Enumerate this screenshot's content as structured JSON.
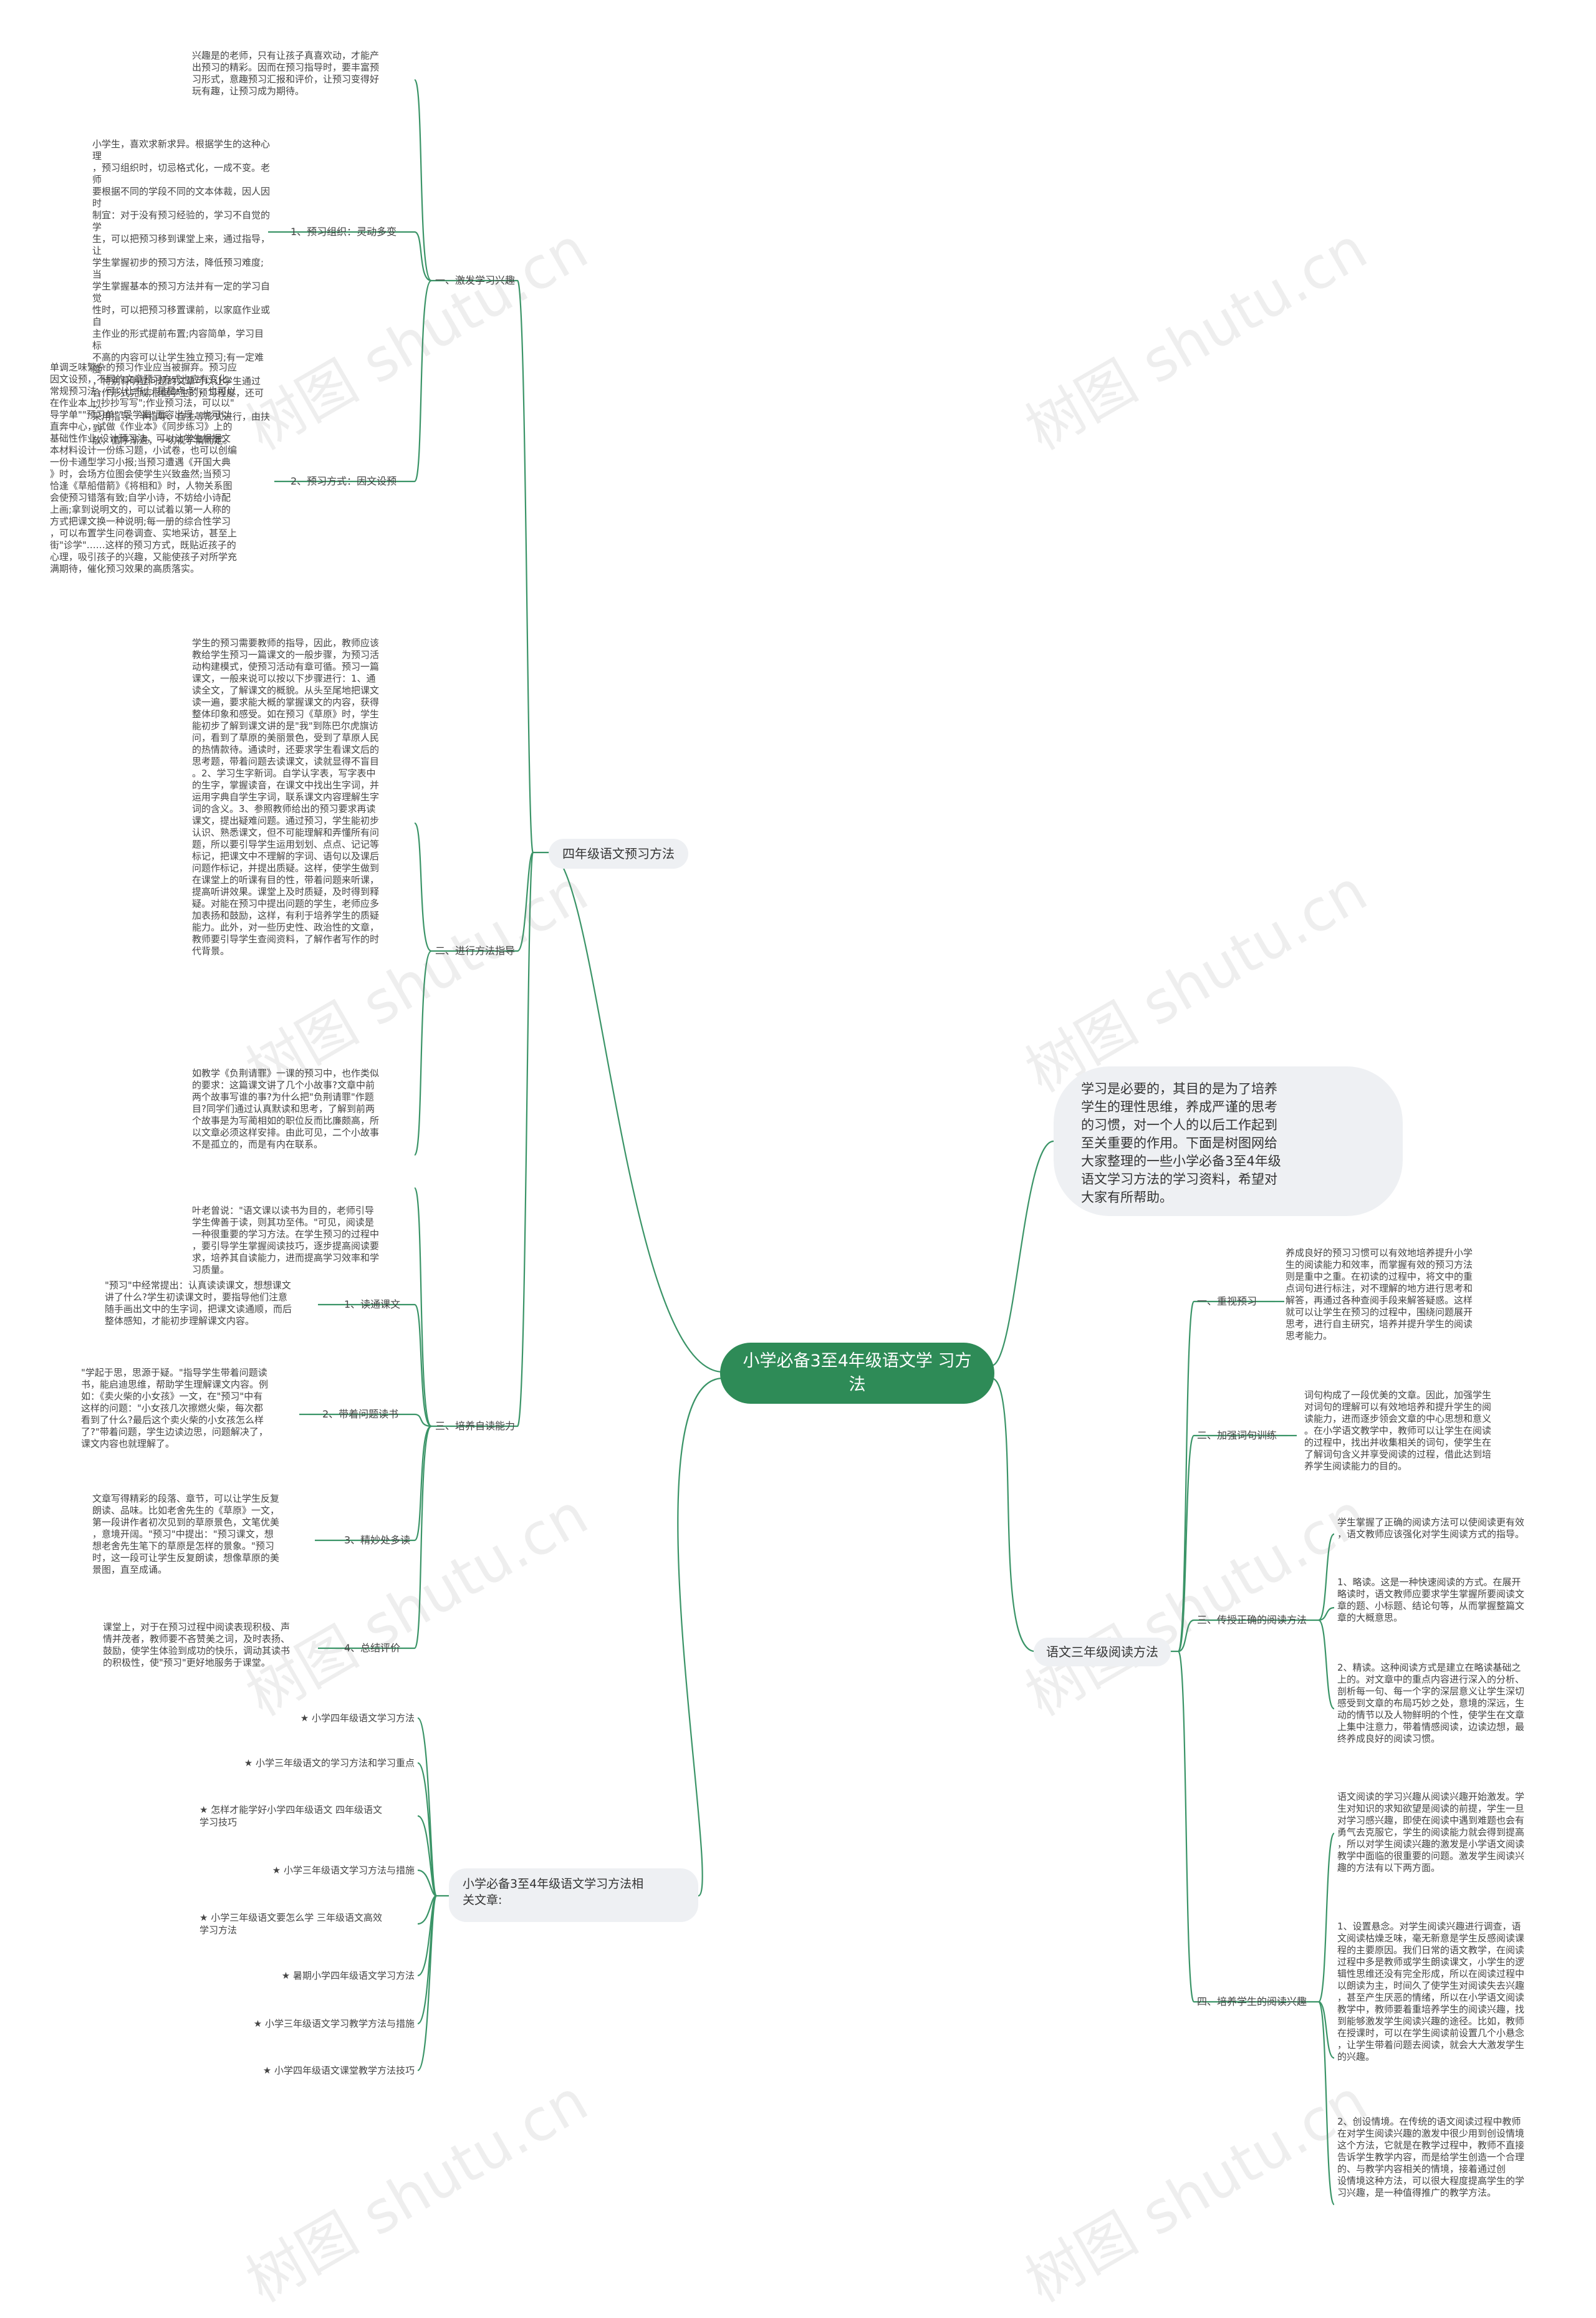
{
  "root": "小学必备3至4年级语文学\n习方法",
  "intro": "学习是必要的，其目的是为了培养\n学生的理性思维，养成严谨的思考\n的习惯，对一个人的以后工作起到\n至关重要的作用。下面是树图网给\n大家整理的一些小学必备3至4年级\n语文学习方法的学习资料，希望对\n大家有所帮助。",
  "left": {
    "main": "四年级语文预习方法",
    "s1": {
      "label": "一、激发学习兴趣",
      "t1": "兴趣是的老师，只有让孩子真喜欢动，才能产\n出预习的精彩。因而在预习指导时，要丰富预\n习形式，意趣预习汇报和评价，让预习变得好\n玩有趣，让预习成为期待。",
      "item1": "1、预习组织：灵动多变",
      "t2": "小学生，喜欢求新求异。根据学生的这种心理\n，预习组织时，切忌格式化，一成不变。老师\n要根据不同的学段不同的文本体裁，因人因时\n制宜：对于没有预习经验的，学习不自觉的学\n生，可以把预习移到课堂上来，通过指导，让\n学生掌握初步的预习方法，降低预习难度;当\n学生掌握基本的预习方法并有一定的学习自觉\n性时，可以把预习移置课前，以家庭作业或自\n主作业的形式提前布置;内容简单，学习目标\n不高的内容可以让学生独立预习;有一定难度\n，特别有明显问题的文章可以让学生通过\n合作形式完成;根据学生的预习程度，还可以\n采用指导、半指导、自主等形式进行，由扶到\n放，循序渐进，一切视学情而定。",
      "item2": "2、预习方式：因文设预",
      "t3": "单调乏味繁杂的预习作业应当被摒弃。预习应\n因文设预，不同的文章预习方式也应有变化。\n常规预习法，可以让书上\"星星点点\"，也可以\n在作业本上\"抄抄写写\";作业预习法，可以以\"\n导学单\"\"预习单\"\"导学案\"面容出现，也可以\n直奔中心，试做《作业本》《同步练习》上的\n基础性作业;设计预习法，可以让学生根据文\n本材料设计一份练习题，小试卷，也可以创编\n一份卡通型学习小报;当预习遭遇《开国大典\n》时，会场方位图会使学生兴致盎然;当预习\n恰逢《草船借箭》《将相和》时，人物关系图\n会使预习错落有致;自学小诗，不妨给小诗配\n上画;拿到说明文的，可以试着以第一人称的\n方式把课文换一种说明;每一册的综合性学习\n，可以布置学生问卷调查、实地采访，甚至上\n街\"诊学\"……这样的预习方式，既贴近孩子的\n心理，吸引孩子的兴趣，又能使孩子对所学充\n满期待，催化预习效果的高质落实。"
    },
    "s2": {
      "label": "二、进行方法指导",
      "t1": "学生的预习需要教师的指导，因此，教师应该\n教给学生预习一篇课文的一般步骤，为预习活\n动构建模式，使预习活动有章可循。预习一篇\n课文，一般来说可以按以下步骤进行：1、通\n读全文，了解课文的概貌。从头至尾地把课文\n读一遍，要求能大概的掌握课文的内容，获得\n整体印象和感受。如在预习《草原》时，学生\n能初步了解到课文讲的是\"我\"到陈巴尔虎旗访\n问，看到了草原的美丽景色，受到了草原人民\n的热情款待。通读时，还要求学生看课文后的\n思考题，带着问题去读课文，读就显得不盲目\n。2、学习生字新词。自学认字表，写字表中\n的生字，掌握读音，在课文中找出生字词，并\n运用字典自学生字词，联系课文内容理解生字\n词的含义。3、参照教师给出的预习要求再读\n课文，提出疑难问题。通过预习，学生能初步\n认识、熟悉课文，但不可能理解和弄懂所有问\n题，所以要引导学生运用划划、点点、记记等\n标记，把课文中不理解的字词、语句以及课后\n问题作标记，并提出质疑。这样，使学生做到\n在课堂上的听课有目的性，带着问题来听课，\n提高听讲效果。课堂上及时质疑，及时得到释\n疑。对能在预习中提出问题的学生，老师应多\n加表扬和鼓励，这样，有利于培养学生的质疑\n能力。此外，对一些历史性、政治性的文章，\n教师要引导学生查阅资料，了解作者写作的时\n代背景。",
      "t2": "如教学《负荆请罪》一课的预习中，也作类似\n的要求：这篇课文讲了几个小故事?文章中前\n两个故事写谁的事?为什么把\"负荆请罪\"作题\n目?同学们通过认真默读和思考，了解到前两\n个故事是为写蔺相如的职位反而比廉颇高，所\n以文章必须这样安排。由此可见，二个小故事\n不是孤立的，而是有内在联系。"
    },
    "s3": {
      "label": "三、培养自读能力",
      "t0": "叶老曾说：\"语文课以读书为目的，老师引导\n学生俾善于读，则其功至伟。\"可见，阅读是\n一种很重要的学习方法。在学生预习的过程中\n，要引导学生掌握阅读技巧，逐步提高阅读要\n求，培养其自读能力，进而提高学习效率和学\n习质量。",
      "item1": "1、读通课文",
      "t1": "\"预习\"中经常提出：认真读读课文，想想课文\n讲了什么?学生初读课文时，要指导他们注意\n随手画出文中的生字词，把课文读通顺，而后\n整体感知，才能初步理解课文内容。",
      "item2": "2、带着问题读书",
      "t2": "\"学起于思，思源于疑。\"指导学生带着问题读\n书，能启迪思维，帮助学生理解课文内容。例\n如：《卖火柴的小女孩》一文，在\"预习\"中有\n这样的问题：\"小女孩几次擦燃火柴，每次都\n看到了什么?最后这个卖火柴的小女孩怎么样\n了?\"带着问题，学生边读边思，问题解决了，\n课文内容也就理解了。",
      "item3": "3、精妙处多读",
      "t3": "文章写得精彩的段落、章节，可以让学生反复\n朗读、品味。比如老舍先生的《草原》一文，\n第一段讲作者初次见到的草原景色，文笔优美\n，意境开阔。\"预习\"中提出：\"预习课文，想\n想老舍先生笔下的草原是怎样的景象。\"预习\n时，这一段可让学生反复朗读，想像草原的美\n景图，直至成诵。",
      "item4": "4、总结评价",
      "t4": "课堂上，对于在预习过程中阅读表现积极、声\n情并茂者，教师要不吝赞美之词，及时表扬、\n鼓励，使学生体验到成功的快乐，调动其读书\n的积极性，使\"预习\"更好地服务于课堂。"
    },
    "related_label": "小学必备3至4年级语文学习方法相\n关文章:",
    "related": [
      "★ 小学四年级语文学习方法",
      "★ 小学三年级语文的学习方法和学习重点",
      "★ 怎样才能学好小学四年级语文 四年级语文\n学习技巧",
      "★ 小学三年级语文学习方法与措施",
      "★ 小学三年级语文要怎么学 三年级语文高效\n学习方法",
      "★ 暑期小学四年级语文学习方法",
      "★ 小学三年级语文学习教学方法与措施",
      "★ 小学四年级语文课堂教学方法技巧"
    ]
  },
  "right": {
    "main": "语文三年级阅读方法",
    "s1": {
      "label": "一、重视预习",
      "t": "养成良好的预习习惯可以有效地培养提升小学\n生的阅读能力和效率，而掌握有效的预习方法\n则是重中之重。在初读的过程中，将文中的重\n点词句进行标注，对不理解的地方进行思考和\n解答，再通过各种查阅手段来解答疑惑。这样\n就可以让学生在预习的过程中，围绕问题展开\n思考，进行自主研究，培养并提升学生的阅读\n思考能力。"
    },
    "s2": {
      "label": "二、加强词句训练",
      "t": "词句构成了一段优美的文章。因此，加强学生\n对词句的理解可以有效地培养和提升学生的阅\n读能力，进而逐步领会文章的中心思想和意义\n。在小学语文教学中，教师可以让学生在阅读\n的过程中，找出并收集相关的词句，使学生在\n了解词句含义并享受阅读的过程，借此达到培\n养学生阅读能力的目的。"
    },
    "s3": {
      "label": "三、传授正确的阅读方法",
      "t0": "学生掌握了正确的阅读方法可以使阅读更有效\n，语文教师应该强化对学生阅读方式的指导。",
      "t1": "1、略读。这是一种快速阅读的方式。在展开\n略读时，语文教师应要求学生掌握所要阅读文\n章的题、小标题、结论句等，从而掌握整篇文\n章的大概意思。",
      "t2": "2、精读。这种阅读方式是建立在略读基础之\n上的。对文章中的重点内容进行深入的分析、\n剖析每一句、每一个字的深层意义让学生深切\n感受到文章的布局巧妙之处，意境的深远，生\n动的情节以及人物鲜明的个性，使学生在文章\n上集中注意力，带着情感阅读，边读边想，最\n终养成良好的阅读习惯。"
    },
    "s4": {
      "label": "四、培养学生的阅读兴趣",
      "t0": "语文阅读的学习兴趣从阅读兴趣开始激发。学\n生对知识的求知欲望是阅读的前提，学生一旦\n对学习感兴趣，即使在阅读中遇到难题也会有\n勇气去克服它，学生的阅读能力就会得到提高\n，所以对学生阅读兴趣的激发是小学语文阅读\n教学中面临的很重要的问题。激发学生阅读兴\n趣的方法有以下两方面。",
      "t1": "1、设置悬念。对学生阅读兴趣进行调查，语\n文阅读枯燥乏味，毫无新意是学生反感阅读课\n程的主要原因。我们日常的语文教学，在阅读\n过程中多是教师或学生朗读课文，小学生的逻\n辑性思维还没有完全形成，所以在阅读过程中\n以朗读为主，时间久了使学生对阅读失去兴趣\n，甚至产生厌恶的情绪，所以在小学语文阅读\n教学中，教师要着重培养学生的阅读兴趣，找\n到能够激发学生阅读兴趣的途径。比如，教师\n在授课时，可以在学生阅读前设置几个小悬念\n，让学生带着问题去阅读，就会大大激发学生\n的兴趣。",
      "t2": "2、创设情境。在传统的语文阅读过程中教师\n在对学生阅读兴趣的激发中很少用到创设情境\n这个方法，它就是在教学过程中，教师不直接\n告诉学生教学内容，而是给学生创造一个合理\n的、与教学内容相关的情境，接着通过创\n设情境这种方法，可以很大程度提高学生的学\n习兴趣，是一种值得推广的教学方法。"
    }
  },
  "watermark": "树图 shutu.cn",
  "colors": {
    "edge": "#3a9467",
    "root_bg": "#2e8b57",
    "bubble_bg": "#eef0f3"
  }
}
